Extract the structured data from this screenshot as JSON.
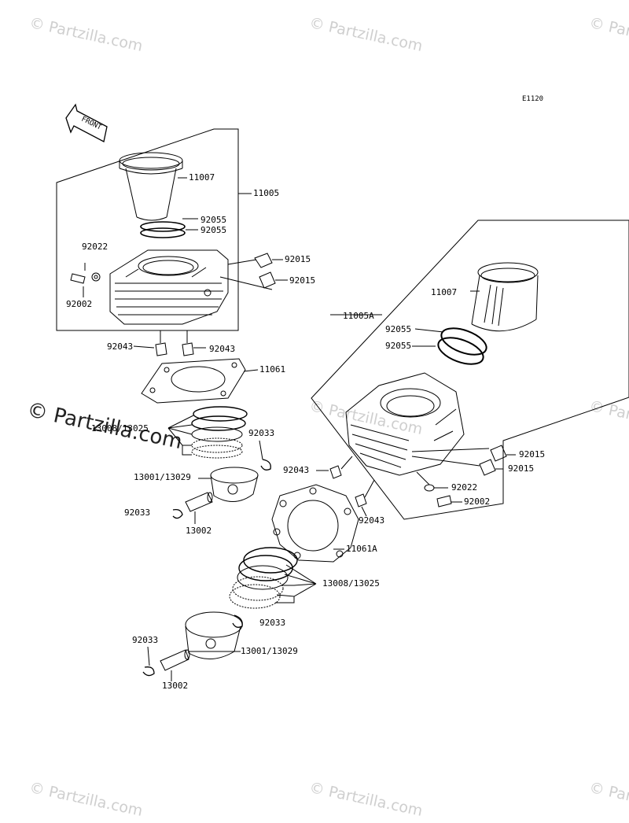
{
  "watermark": {
    "text": "© Partzilla.com",
    "brand": "© Partzilla.com"
  },
  "diagram_code": "E1120",
  "front_tag": "FRONT",
  "labels": {
    "p11007_a": "11007",
    "p11005": "11005",
    "p92055_a1": "92055",
    "p92055_a2": "92055",
    "p92022_a": "92022",
    "p92002_a": "92002",
    "p92015_a1": "92015",
    "p92015_a2": "92015",
    "p92043_a1": "92043",
    "p92043_a2": "92043",
    "p11061": "11061",
    "p13008_13025_a": "13008/13025",
    "p92033_a1": "92033",
    "p13001_13029_a": "13001/13029",
    "p92033_a2": "92033",
    "p13002_a": "13002",
    "p11007_b": "11007",
    "p11005A": "11005A",
    "p92055_b1": "92055",
    "p92055_b2": "92055",
    "p92015_b1": "92015",
    "p92015_b2": "92015",
    "p92043_b1": "92043",
    "p92022_b": "92022",
    "p92002_b": "92002",
    "p92043_b2": "92043",
    "p11061A": "11061A",
    "p13008_13025_b": "13008/13025",
    "p92033_b1": "92033",
    "p13001_13029_b": "13001/13029",
    "p92033_b2": "92033",
    "p13002_b": "13002"
  }
}
